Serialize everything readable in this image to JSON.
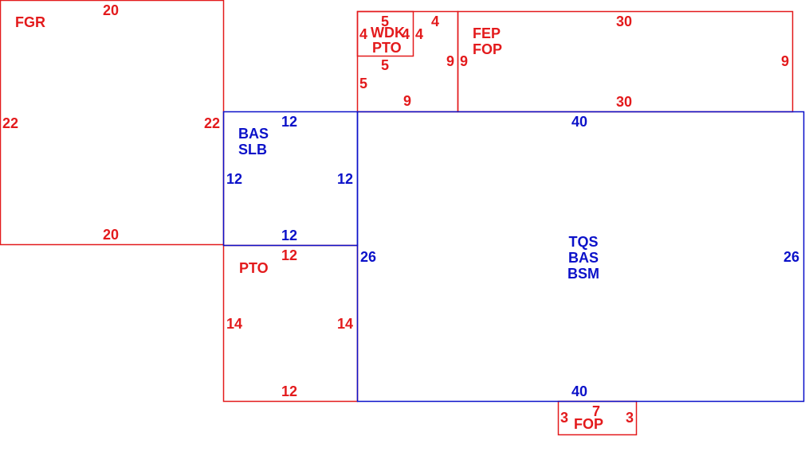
{
  "colors": {
    "red": "#e31a1c",
    "blue": "#0b11c9",
    "background": "#ffffff"
  },
  "areas": [
    {
      "id": "fgr",
      "color": "red",
      "labels": [
        "FGR"
      ],
      "dims": {
        "top": "20",
        "bottom": "20",
        "left": "22",
        "right": "22"
      }
    },
    {
      "id": "wdk",
      "color": "red",
      "labels": [
        "WDK",
        "PTO"
      ],
      "dims": {
        "top": "5",
        "bottom": "5",
        "left": "4",
        "right": "4"
      }
    },
    {
      "id": "wdk-side",
      "color": "red",
      "labels": [],
      "dims": {
        "top": "4",
        "right": "4",
        "left": "5",
        "bottom": "9"
      }
    },
    {
      "id": "wdk-lower",
      "color": "red",
      "labels": [],
      "dims": {
        "right": "9"
      }
    },
    {
      "id": "fep",
      "color": "red",
      "labels": [
        "FEP",
        "FOP"
      ],
      "dims": {
        "top": "30",
        "bottom": "30",
        "left": "9",
        "right": "9"
      }
    },
    {
      "id": "bas-slb",
      "color": "blue",
      "labels": [
        "BAS",
        "SLB"
      ],
      "dims": {
        "top": "12",
        "bottom": "12",
        "left": "12",
        "right": "12"
      }
    },
    {
      "id": "pto",
      "color": "red",
      "labels": [
        "PTO"
      ],
      "dims": {
        "top": "12",
        "bottom": "12",
        "left": "14",
        "right": "14"
      }
    },
    {
      "id": "main",
      "color": "blue",
      "labels": [
        "TQS",
        "BAS",
        "BSM"
      ],
      "dims": {
        "top": "40",
        "bottom": "40",
        "left": "26",
        "right": "26"
      }
    },
    {
      "id": "fop",
      "color": "red",
      "labels": [
        "FOP"
      ],
      "dims": {
        "top": "7",
        "left": "3",
        "right": "3"
      }
    }
  ]
}
